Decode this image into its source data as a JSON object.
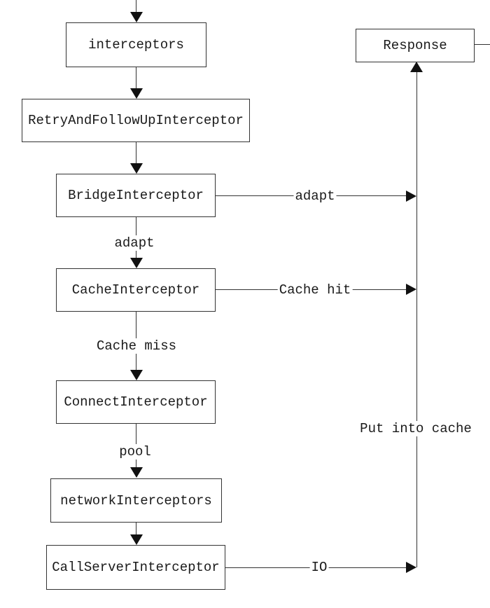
{
  "diagram": {
    "nodes": {
      "interceptors": {
        "label": "interceptors"
      },
      "retry": {
        "label": "RetryAndFollowUpInterceptor"
      },
      "bridge": {
        "label": "BridgeInterceptor"
      },
      "cache": {
        "label": "CacheInterceptor"
      },
      "connect": {
        "label": "ConnectInterceptor"
      },
      "network": {
        "label": "networkInterceptors"
      },
      "callserver": {
        "label": "CallServerInterceptor"
      },
      "response": {
        "label": "Response"
      }
    },
    "edge_labels": {
      "adapt_vertical": "adapt",
      "adapt_horizontal": "adapt",
      "cache_hit": "Cache hit",
      "cache_miss": "Cache miss",
      "pool": "pool",
      "io": "IO",
      "put_into_cache": "Put into cache"
    },
    "colors": {
      "line": "#333333",
      "text": "#1a1a1a",
      "background": "#ffffff"
    }
  }
}
